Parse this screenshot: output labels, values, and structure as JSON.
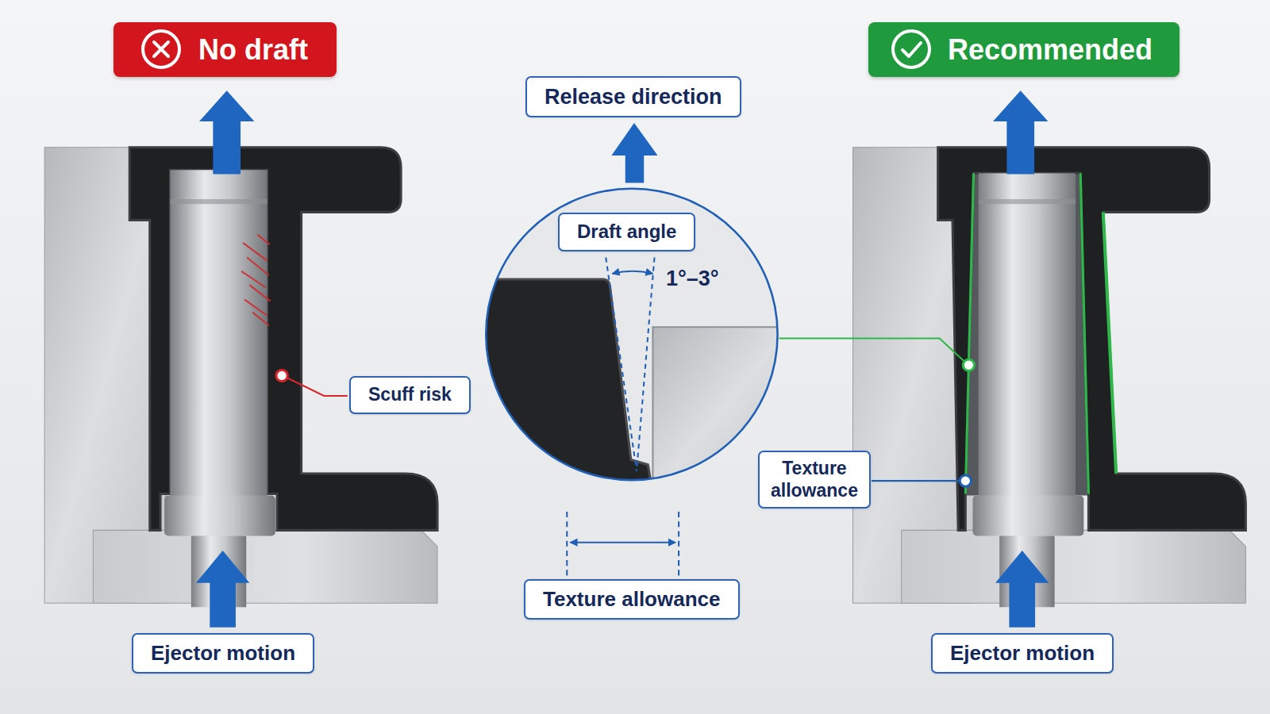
{
  "diagram": {
    "nodes": [
      {
        "text": [
          "No draft"
        ]
      },
      {
        "text": [
          "Release direction"
        ]
      },
      {
        "text": [
          "Recommended"
        ]
      },
      {
        "text": [
          "Draft angle"
        ]
      },
      {
        "text": [
          "Scuff risk"
        ]
      },
      {
        "text": [
          "Texture allowance"
        ]
      },
      {
        "text": [
          "Texture allowance"
        ]
      },
      {
        "text": [
          "Ejector motion"
        ]
      },
      {
        "text": [
          "Ejector motion"
        ]
      }
    ],
    "labels": [
      "1°–3°"
    ]
  }
}
